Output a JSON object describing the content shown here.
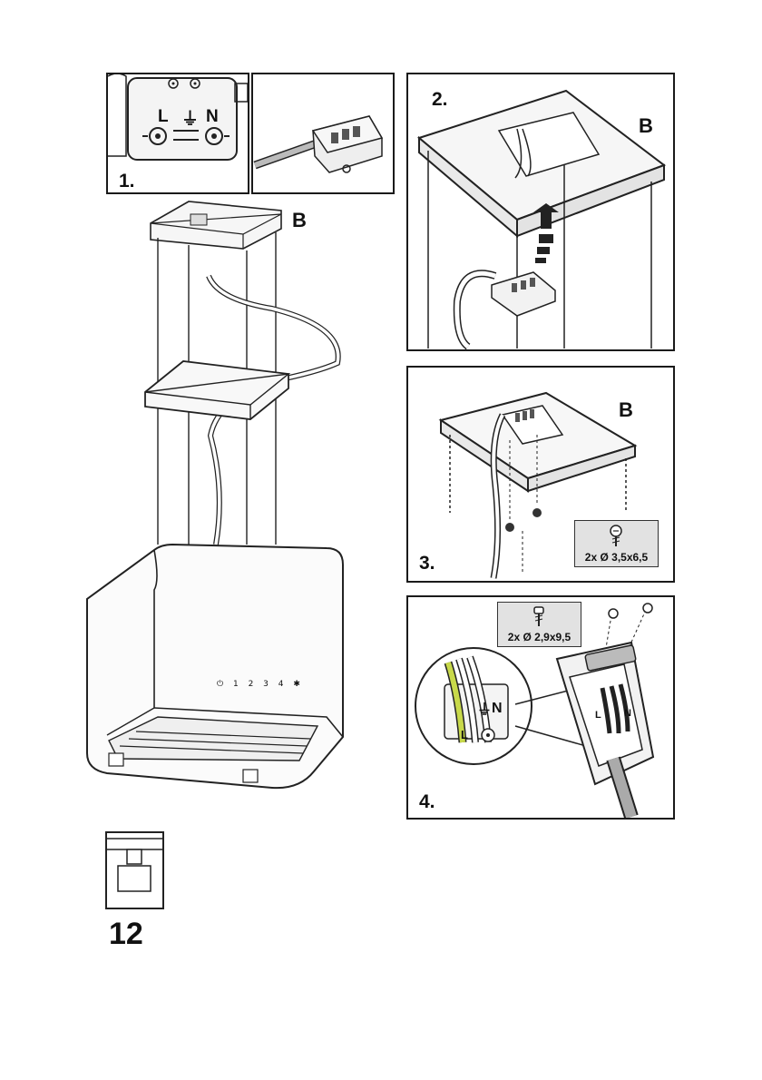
{
  "steps": {
    "step1": {
      "label": "1.",
      "terminals": {
        "live": "L",
        "earth": "⏚",
        "neutral": "N"
      }
    },
    "step2": {
      "label": "2.",
      "part": "B"
    },
    "step3": {
      "label": "3.",
      "part": "B",
      "screw_spec": "2x Ø 3,5x6,5"
    },
    "step4": {
      "label": "4.",
      "screw_spec": "2x Ø 2,9x9,5",
      "terminals": {
        "live": "L",
        "earth": "⏚",
        "neutral": "N"
      }
    }
  },
  "overview": {
    "part": "B",
    "control_panel": "⏻ 1 2 3 4 ✱"
  },
  "page_number": "12",
  "colors": {
    "line": "#1a1a1a",
    "wire_earth": "#c8d94a",
    "screw_box_bg": "#e2e2e2"
  }
}
